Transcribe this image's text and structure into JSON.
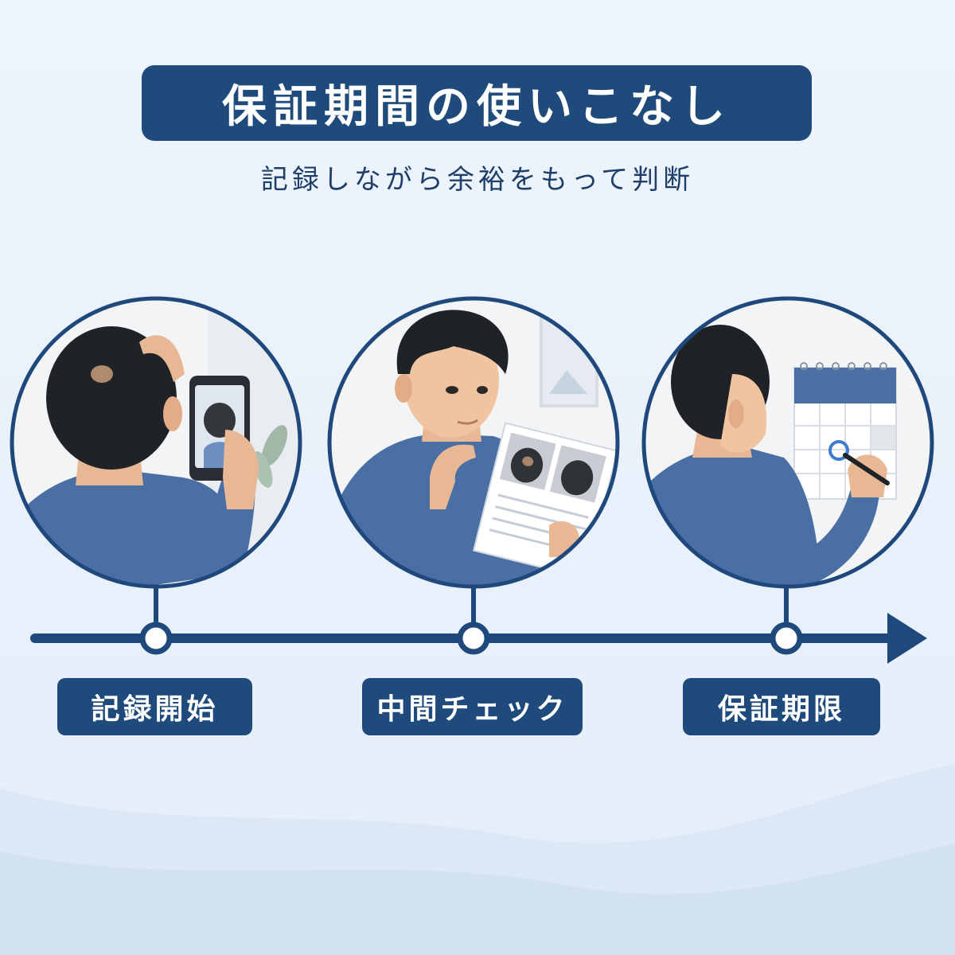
{
  "header": {
    "title": "保証期間の使いこなし",
    "subtitle": "記録しながら余裕をもって判断"
  },
  "timeline": {
    "steps": [
      {
        "label": "記録開始",
        "scene": "man photographing back of head with smartphone"
      },
      {
        "label": "中間チェック",
        "scene": "man comparing two photos of head"
      },
      {
        "label": "保証期限",
        "scene": "man marking a date on a calendar"
      }
    ]
  },
  "colors": {
    "navy": "#1e4a7c",
    "timeline": "#1f497d",
    "background": "#eaf2fc",
    "shirt": "#4a6fa5"
  }
}
